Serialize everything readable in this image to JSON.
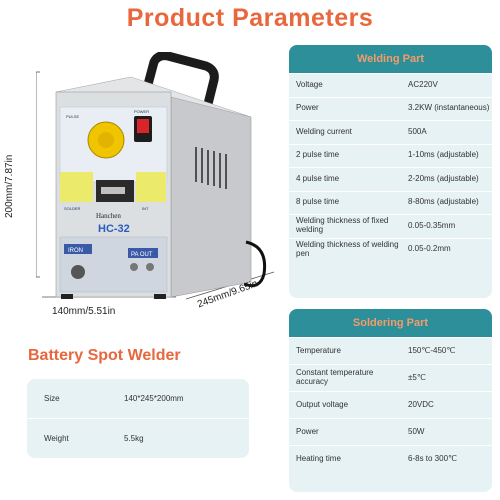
{
  "title": "Product Parameters",
  "subtitle": "Battery Spot Welder",
  "dimensions": {
    "height": "200mm/7.87in",
    "width": "140mm/5.51in",
    "depth": "245mm/9.65in"
  },
  "device": {
    "brand": "Hanchen",
    "model": "HC-32",
    "iron_label": "IRON",
    "paout_label": "PA OUT",
    "pulse_label": "PULSE",
    "power_label": "POWER",
    "solder_label": "SOLDER",
    "int_label": "INT"
  },
  "basic_specs": [
    {
      "key": "Size",
      "value": "140*245*200mm"
    },
    {
      "key": "Weight",
      "value": "5.5kg"
    }
  ],
  "welding": {
    "title": "Welding Part",
    "rows": [
      {
        "key": "Voltage",
        "value": "AC220V"
      },
      {
        "key": "Power",
        "value": "3.2KW (instantaneous)"
      },
      {
        "key": "Welding current",
        "value": "500A"
      },
      {
        "key": "2 pulse time",
        "value": "1-10ms (adjustable)"
      },
      {
        "key": "4 pulse time",
        "value": "2-20ms (adjustable)"
      },
      {
        "key": "8 pulse time",
        "value": "8-80ms (adjustable)"
      },
      {
        "key": "Welding thickness of fixed welding",
        "value": "0.05-0.35mm"
      },
      {
        "key": "Welding thickness of welding pen",
        "value": "0.05-0.2mm"
      }
    ]
  },
  "soldering": {
    "title": "Soldering Part",
    "rows": [
      {
        "key": "Temperature",
        "value": "150℃-450℃"
      },
      {
        "key": "Constant temperature accuracy",
        "value": "±5℃"
      },
      {
        "key": "Output voltage",
        "value": "20VDC"
      },
      {
        "key": "Power",
        "value": "50W"
      },
      {
        "key": "Heating time",
        "value": "6-8s to 300℃"
      }
    ]
  },
  "colors": {
    "title": "#e8673c",
    "panel_header": "#2d8f99",
    "panel_header_text": "#f39c6a",
    "panel_bg": "#e6f2f4"
  }
}
